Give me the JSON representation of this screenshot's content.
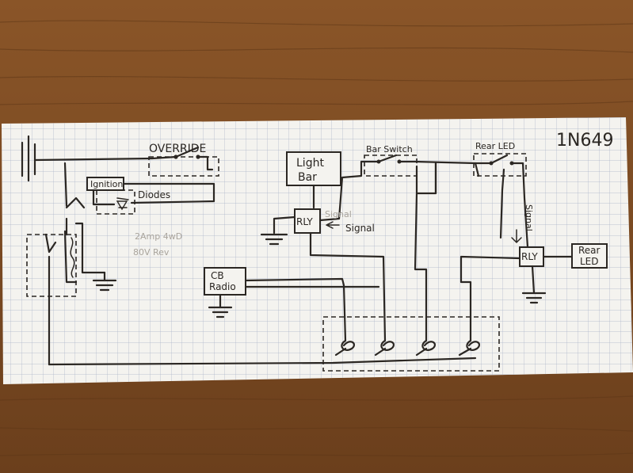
{
  "diagram": {
    "part_number": "1N649",
    "labels": {
      "override": "OVERRIDE",
      "ignition": "Ignition",
      "diodes": "Diodes",
      "light_bar_line1": "Light",
      "light_bar_line2": "Bar",
      "relay_main": "RLY",
      "relay_rear": "RLY",
      "signal_main": "Signal",
      "signal_main_pencil": "Signal",
      "signal_rear": "Signal",
      "bar_switch": "Bar Switch",
      "rear_led_switch": "Rear LED",
      "rear_led_line1": "Rear",
      "rear_led_line2": "LED",
      "cb_line1": "CB",
      "cb_line2": "Radio",
      "fuse_note_line1": "2Amp 4wD",
      "fuse_note_line2": "80V Rev"
    }
  }
}
